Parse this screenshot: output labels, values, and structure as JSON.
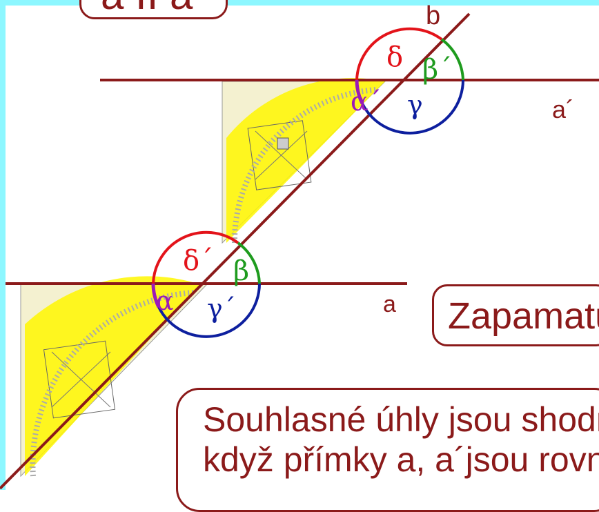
{
  "top_box": {
    "text": "a II a´"
  },
  "lines": {
    "a_label": "a",
    "a_prime_label": "a´",
    "b_label": "b"
  },
  "angles": {
    "alpha": "α",
    "beta": "β",
    "gamma": "γ",
    "delta": "δ",
    "alpha_prime": "α´",
    "beta_prime": "β´",
    "gamma_prime": "γ´",
    "delta_prime": "δ´"
  },
  "notes": {
    "zapamatuj": "Zapamatuj",
    "rule_line1": "Souhlasné úhly jsou shodné,",
    "rule_line2": "když přímky a, a´jsou rovnoběžné."
  },
  "colors": {
    "line": "#8b1a1a",
    "alpha": "#9a1bb8",
    "beta": "#1e9b1e",
    "gamma": "#0d1f9e",
    "delta": "#e3131a",
    "protractor": "#fff700",
    "frame": "#8df7ff"
  }
}
